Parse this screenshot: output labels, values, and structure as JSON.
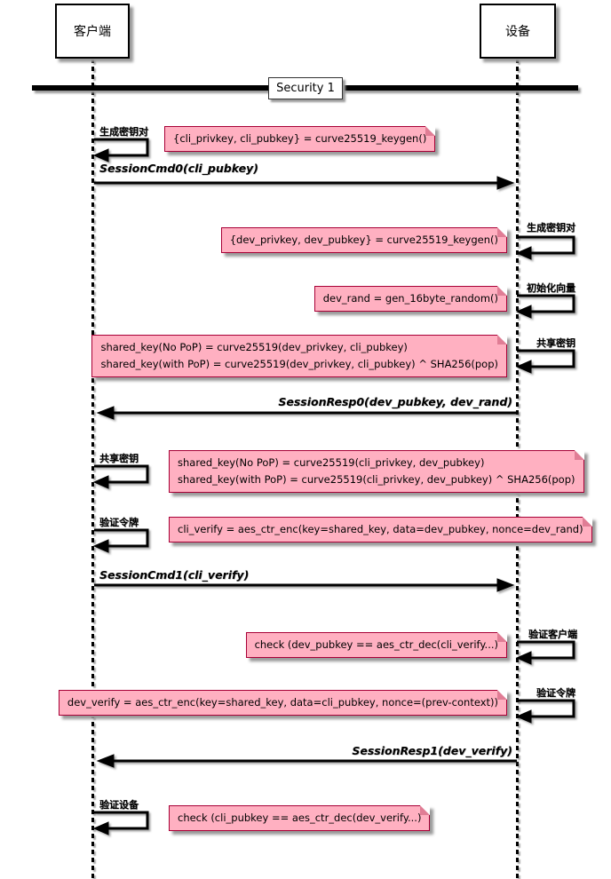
{
  "diagram": {
    "participants": {
      "client": "客户端",
      "device": "设备"
    },
    "divider_label": "Security 1"
  },
  "self_messages": [
    {
      "actor": "client",
      "label": "生成密钥对"
    },
    {
      "actor": "device",
      "label": "生成密钥对"
    },
    {
      "actor": "device",
      "label": "初始化向量"
    },
    {
      "actor": "device",
      "label": "共享密钥"
    },
    {
      "actor": "client",
      "label": "共享密钥"
    },
    {
      "actor": "client",
      "label": "验证令牌"
    },
    {
      "actor": "device",
      "label": "验证客户端"
    },
    {
      "actor": "device",
      "label": "验证令牌"
    },
    {
      "actor": "client",
      "label": "验证设备"
    }
  ],
  "messages": [
    {
      "from": "client",
      "to": "device",
      "label": "SessionCmd0(cli_pubkey)"
    },
    {
      "from": "device",
      "to": "client",
      "label": "SessionResp0(dev_pubkey, dev_rand)"
    },
    {
      "from": "client",
      "to": "device",
      "label": "SessionCmd1(cli_verify)"
    },
    {
      "from": "device",
      "to": "client",
      "label": "SessionResp1(dev_verify)"
    }
  ],
  "notes": [
    {
      "lines": [
        "{cli_privkey, cli_pubkey} = curve25519_keygen()"
      ]
    },
    {
      "lines": [
        "{dev_privkey, dev_pubkey} = curve25519_keygen()"
      ]
    },
    {
      "lines": [
        "dev_rand = gen_16byte_random()"
      ]
    },
    {
      "lines": [
        "shared_key(No PoP) = curve25519(dev_privkey, cli_pubkey)",
        "shared_key(with PoP) = curve25519(dev_privkey, cli_pubkey) ^ SHA256(pop)"
      ]
    },
    {
      "lines": [
        "shared_key(No PoP) = curve25519(cli_privkey, dev_pubkey)",
        "shared_key(with PoP) = curve25519(cli_privkey, dev_pubkey) ^ SHA256(pop)"
      ]
    },
    {
      "lines": [
        "cli_verify = aes_ctr_enc(key=shared_key, data=dev_pubkey, nonce=dev_rand)"
      ]
    },
    {
      "lines": [
        "check (dev_pubkey == aes_ctr_dec(cli_verify...)"
      ]
    },
    {
      "lines": [
        "dev_verify = aes_ctr_enc(key=shared_key, data=cli_pubkey, nonce=(prev-context))"
      ]
    },
    {
      "lines": [
        "check (cli_pubkey == aes_ctr_dec(dev_verify...)"
      ]
    }
  ],
  "colors": {
    "note_bg": "#ffb0c1",
    "note_border": "#a80036",
    "note_fold": "#e07d95",
    "line": "#000000"
  }
}
